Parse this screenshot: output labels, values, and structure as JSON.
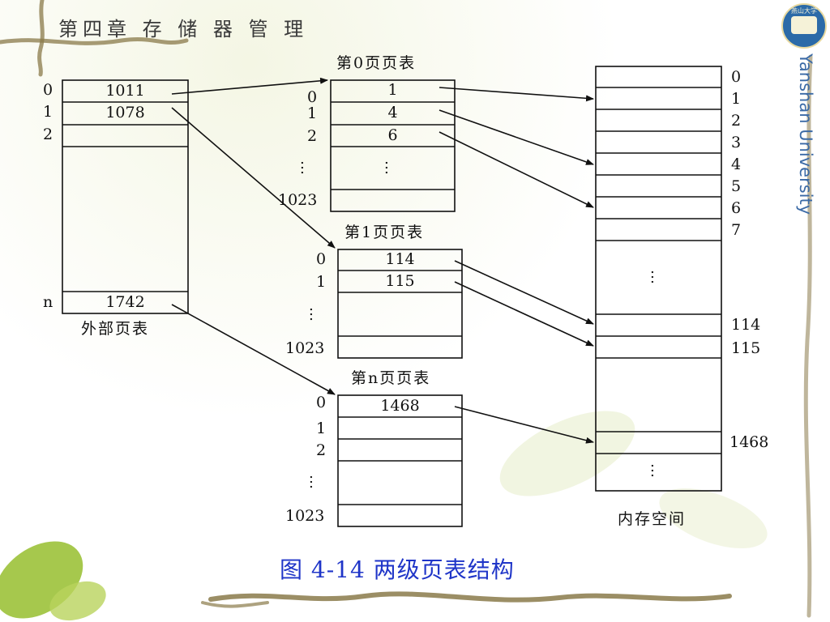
{
  "header": {
    "chapter_title": "第四章 存 储 器 管 理",
    "university": "Yanshan University",
    "logo_text": "燕山大学"
  },
  "diagram": {
    "outer_table": {
      "title": "外部页表",
      "rows": [
        {
          "index": "0",
          "value": "1011"
        },
        {
          "index": "1",
          "value": "1078"
        },
        {
          "index": "2",
          "value": ""
        },
        {
          "index": "n",
          "value": "1742"
        }
      ]
    },
    "page_table_0": {
      "title": "第0页页表",
      "rows": [
        {
          "index": "0",
          "value": "1"
        },
        {
          "index": "1",
          "value": "4"
        },
        {
          "index": "2",
          "value": "6"
        },
        {
          "index": "1023",
          "value": ""
        }
      ],
      "ellipsis": "…"
    },
    "page_table_1": {
      "title": "第1页页表",
      "rows": [
        {
          "index": "0",
          "value": "114"
        },
        {
          "index": "1",
          "value": "115"
        },
        {
          "index": "1023",
          "value": ""
        }
      ],
      "ellipsis": "…"
    },
    "page_table_n": {
      "title": "第n页页表",
      "rows": [
        {
          "index": "0",
          "value": "1468"
        },
        {
          "index": "1",
          "value": ""
        },
        {
          "index": "2",
          "value": ""
        },
        {
          "index": "1023",
          "value": ""
        }
      ],
      "ellipsis": "…"
    },
    "memory": {
      "title": "内存空间",
      "labels": [
        "0",
        "1",
        "2",
        "3",
        "4",
        "5",
        "6",
        "7",
        "114",
        "115",
        "1468"
      ],
      "ellipsis": "…"
    }
  },
  "caption": "图 4-14 两级页表结构",
  "colors": {
    "caption": "#1f35c8",
    "university": "#3b6aa6",
    "vine": "#8a7a4a",
    "leaf": "#9cc23a"
  }
}
